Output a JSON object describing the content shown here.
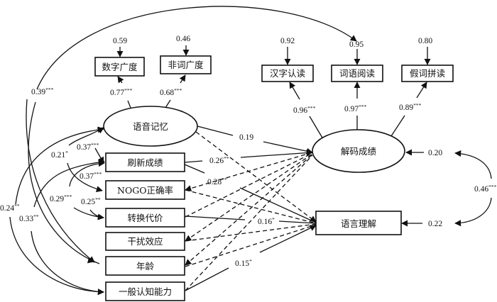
{
  "diagram": {
    "type": "structural-equation-model",
    "nodes": {
      "digit_span": "数字广度",
      "nonword_span": "非词广度",
      "phon_memory": "语音记忆",
      "char_reading": "汉字认读",
      "word_reading": "词语阅读",
      "pseudo_reading": "假词拼读",
      "decoding": "解码成绩",
      "updating": "刷新成绩",
      "nogo": "NOGO正确率",
      "switching": "转换代价",
      "interference": "干扰效应",
      "age": "年龄",
      "general_cog": "一般认知能力",
      "comprehension": "语言理解"
    },
    "residuals": {
      "digit_span": "0.59",
      "nonword_span": "0.46",
      "char_reading": "0.92",
      "word_reading": "0.95",
      "pseudo_reading": "0.80",
      "decoding": "0.20",
      "comprehension": "0.22"
    },
    "loadings": {
      "digit_span": {
        "v": "0.77",
        "sig": "***"
      },
      "nonword_span": {
        "v": "0.68",
        "sig": "***"
      },
      "char_reading": {
        "v": "0.96",
        "sig": "***"
      },
      "word_reading": {
        "v": "0.97",
        "sig": "***"
      },
      "pseudo_reading": {
        "v": "0.89",
        "sig": "***"
      }
    },
    "paths": {
      "phon_to_decoding": {
        "v": "0.19",
        "sig": ""
      },
      "updating_to_decoding": {
        "v": "0.26",
        "sig": "**"
      },
      "updating_to_comprehension": {
        "v": "0.28",
        "sig": "**"
      },
      "switching_to_comprehension": {
        "v": "0.16",
        "sig": "*"
      },
      "general_to_comprehension": {
        "v": "0.15",
        "sig": "*"
      }
    },
    "correlations": {
      "general_to_word_reading": {
        "v": "0.39",
        "sig": "***"
      },
      "phon_updating": {
        "v": "0.37",
        "sig": "***"
      },
      "phon_switching": {
        "v": "0.21",
        "sig": "*"
      },
      "updating_nogo": {
        "v": "0.37",
        "sig": "***"
      },
      "updating_switching": {
        "v": "0.29",
        "sig": "***"
      },
      "nogo_switching": {
        "v": "0.25",
        "sig": "**"
      },
      "phon_general": {
        "v": "0.24",
        "sig": "**"
      },
      "updating_general": {
        "v": "0.33",
        "sig": "**"
      },
      "decoding_comprehension": {
        "v": "0.46",
        "sig": "***"
      }
    }
  }
}
